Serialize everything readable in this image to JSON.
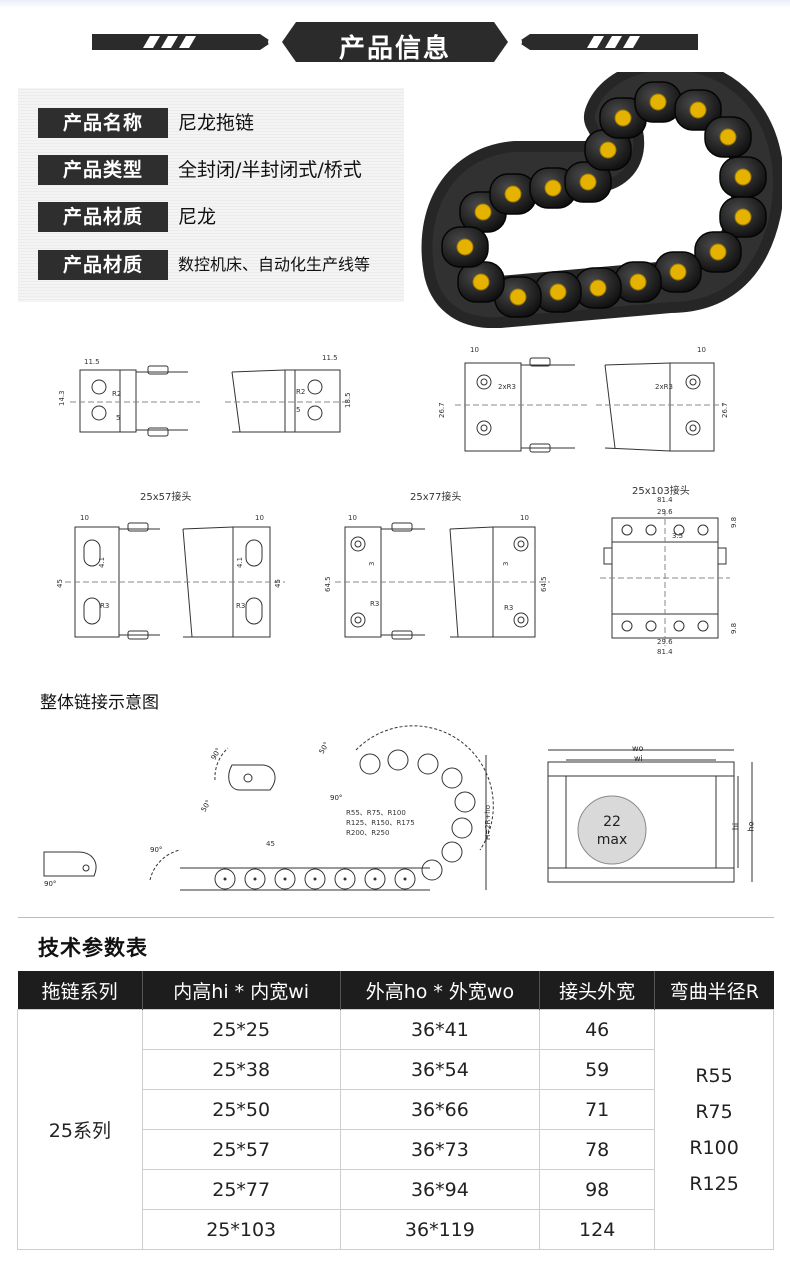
{
  "header": {
    "title": "产品信息"
  },
  "info": [
    {
      "key": "产品名称",
      "value": "尼龙拖链"
    },
    {
      "key": "产品类型",
      "value": "全封闭/半封闭式/桥式"
    },
    {
      "key": "产品材质",
      "value": "尼龙"
    },
    {
      "key": "产品材质",
      "value": "数控机床、自动化生产线等"
    }
  ],
  "drawings": {
    "row1_dims": {
      "a": "11.5",
      "b": "14.3",
      "c": "R2",
      "d": "5",
      "e": "11.5",
      "f": "R2",
      "g": "5",
      "h": "18.5",
      "i": "10",
      "j": "26.7",
      "k": "2xR3",
      "l": "10",
      "m": "2xR3",
      "n": "26.7"
    },
    "captions": [
      "25x57接头",
      "25x77接头",
      "25x103接头"
    ],
    "row2_dims": {
      "a1": "10",
      "a2": "45",
      "a3": "4.1",
      "a4": "R3",
      "a5": "10",
      "a6": "4.1",
      "a7": "45",
      "a8": "R3",
      "b1": "10",
      "b2": "64.5",
      "b3": "3",
      "b4": "R3",
      "b5": "10",
      "b6": "3",
      "b7": "64.5",
      "b8": "R3",
      "c1": "81.4",
      "c2": "29.6",
      "c3": "9.8",
      "c4": "3.5",
      "c5": "29.6",
      "c6": "81.4",
      "c7": "9.8"
    }
  },
  "schema": {
    "label": "整体链接示意图",
    "angles": [
      "90°",
      "50°",
      "50°",
      "90°",
      "90°",
      "90°"
    ],
    "pitch": "45",
    "radii_line1": "R55、R75、R100",
    "radii_line2": "R125、R150、R175",
    "radii_line3": "R200、R250",
    "height_label": "H=2R+ho",
    "wo": "wo",
    "wi": "wi",
    "hi": "hi",
    "ho": "ho",
    "circle_line1": "22",
    "circle_line2": "max"
  },
  "table": {
    "title": "技术参数表",
    "headers": [
      "拖链系列",
      "内高hi * 内宽wi",
      "外高ho * 外宽wo",
      "接头外宽",
      "弯曲半径R"
    ],
    "series": "25系列",
    "rows": [
      [
        "25*25",
        "36*41",
        "46"
      ],
      [
        "25*38",
        "36*54",
        "59"
      ],
      [
        "25*50",
        "36*66",
        "71"
      ],
      [
        "25*57",
        "36*73",
        "78"
      ],
      [
        "25*77",
        "36*94",
        "98"
      ],
      [
        "25*103",
        "36*119",
        "124"
      ]
    ],
    "radii": [
      "R55",
      "R75",
      "R100",
      "R125"
    ]
  },
  "colors": {
    "band": "#2b2b2b",
    "chain_dot": "#e6b200",
    "table_head": "#1d1d1d"
  }
}
